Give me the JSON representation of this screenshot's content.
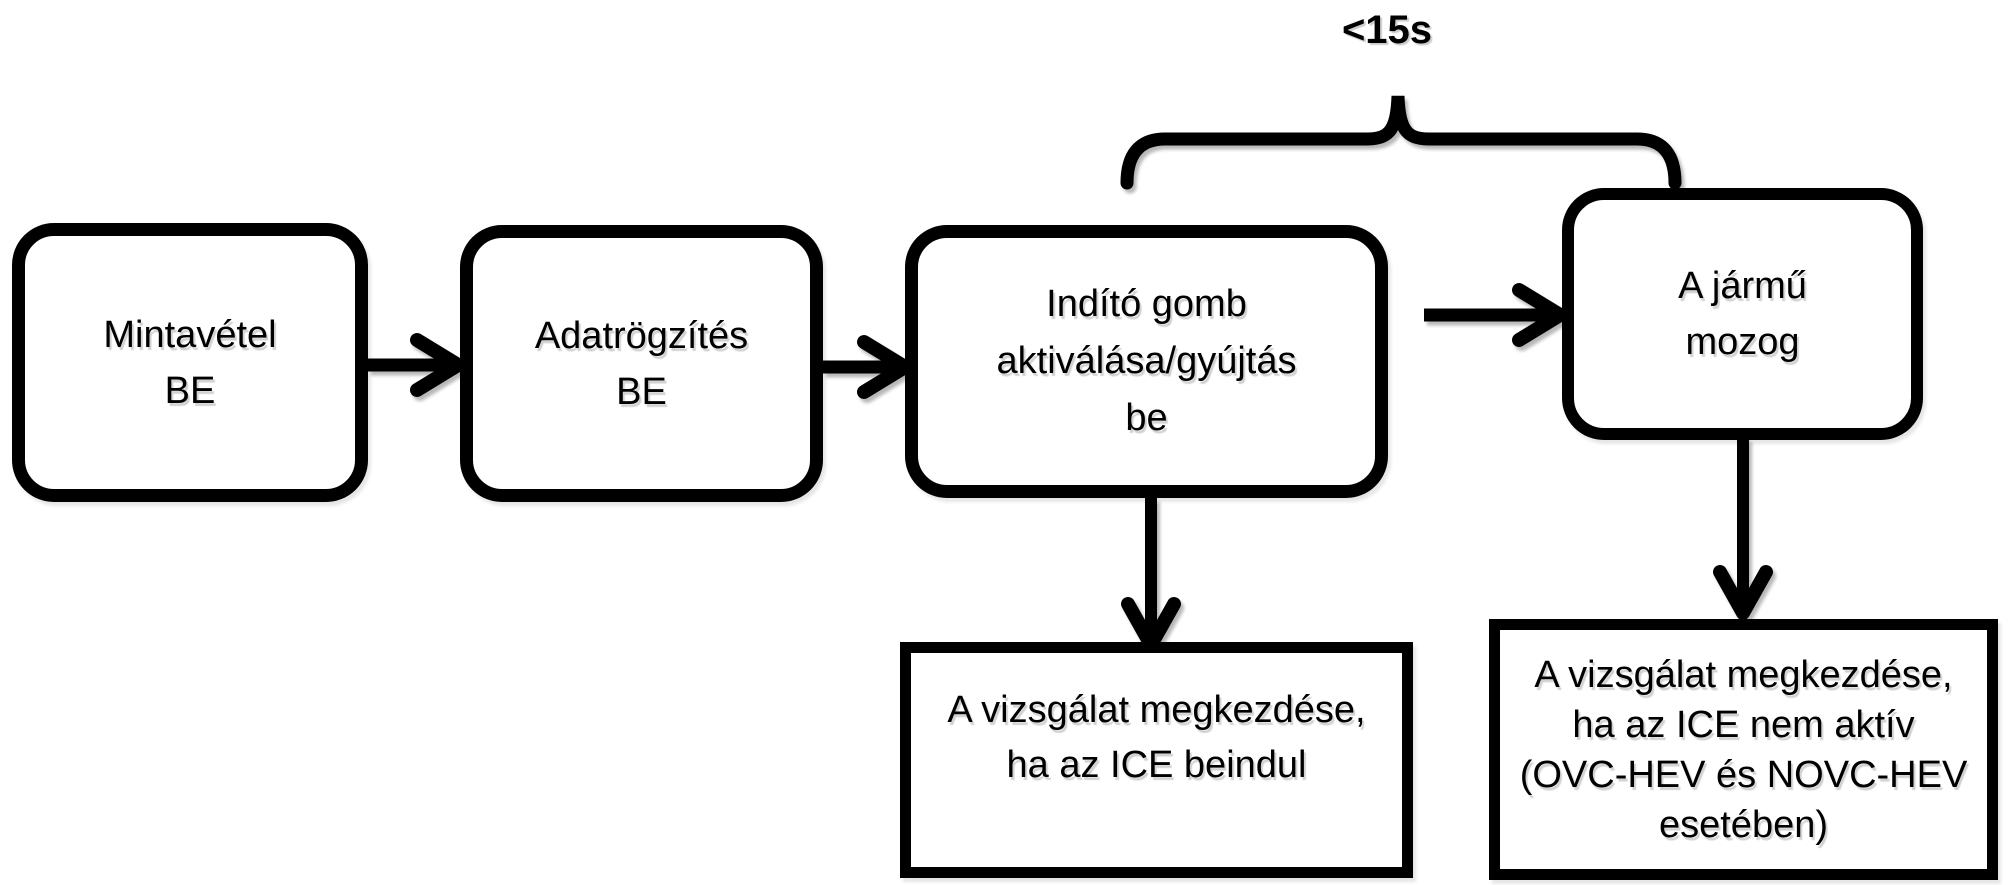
{
  "annotation": {
    "brace_label": "<15s"
  },
  "colors": {
    "stroke": "#000000",
    "background": "#ffffff"
  },
  "nodes": {
    "step1": {
      "lines": [
        "Mintavétel",
        "BE"
      ]
    },
    "step2": {
      "lines": [
        "Adatrögzítés",
        "BE"
      ]
    },
    "step3": {
      "lines": [
        "Indító gomb",
        "aktiválása/gyújtás",
        "be"
      ]
    },
    "step4": {
      "lines": [
        "A jármű",
        "mozog"
      ]
    },
    "result_start": {
      "lines": [
        "A vizsgálat megkezdése,",
        "ha az ICE beindul"
      ]
    },
    "result_inactive": {
      "lines": [
        "A vizsgálat megkezdése,",
        "ha az ICE nem aktív",
        "(OVC-HEV és NOVC-HEV",
        "esetében)"
      ]
    }
  }
}
